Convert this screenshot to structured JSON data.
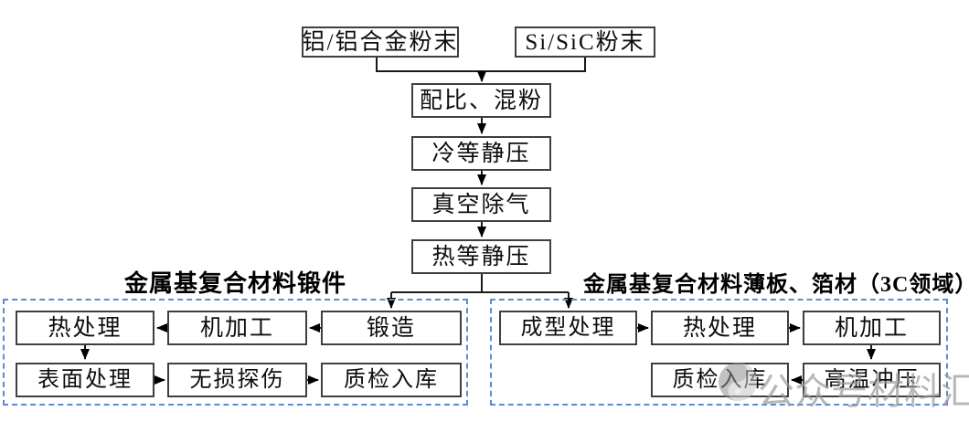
{
  "diagram": {
    "inputs": [
      {
        "label": "铝/铝合金粉末"
      },
      {
        "label": "Si/SiC粉末"
      }
    ],
    "process_steps": [
      {
        "label": "配比、混粉"
      },
      {
        "label": "冷等静压"
      },
      {
        "label": "真空除气"
      },
      {
        "label": "热等静压"
      }
    ],
    "left_branch": {
      "title": "金属基复合材料锻件",
      "nodes": {
        "heat_treatment": "热处理",
        "machining": "机加工",
        "forging": "锻造",
        "surface_treatment": "表面处理",
        "ndt": "无损探伤",
        "quality_check": "质检入库"
      }
    },
    "right_branch": {
      "title": "金属基复合材料薄板、箔材（3C领域）",
      "nodes": {
        "forming": "成型处理",
        "heat_treatment": "热处理",
        "machining": "机加工",
        "quality_check": "质检入库",
        "hot_stamping": "高温冲压"
      }
    },
    "watermark": {
      "text": "公众号材料汇"
    },
    "colors": {
      "node_border": "#3f3f3f",
      "branch_border": "#5b8bd5",
      "connector": "#000000",
      "watermark": "#9b9b9b"
    }
  }
}
